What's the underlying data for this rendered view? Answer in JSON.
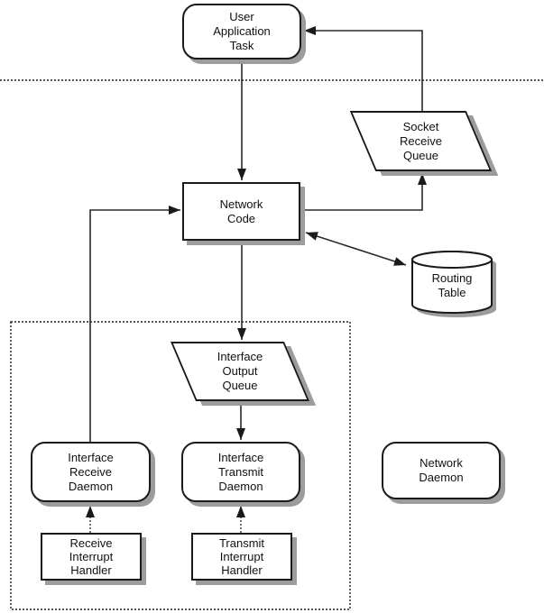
{
  "diagram_title": "network-input-output-architecture",
  "nodes": {
    "user_application_task": {
      "label": "User\nApplication\nTask",
      "shape": "rounded-rect"
    },
    "socket_receive_queue": {
      "label": "Socket\nReceive\nQueue",
      "shape": "parallelogram"
    },
    "network_code": {
      "label": "Network\nCode",
      "shape": "rect"
    },
    "routing_table": {
      "label": "Routing\nTable",
      "shape": "cylinder"
    },
    "interface_output_queue": {
      "label": "Interface\nOutput\nQueue",
      "shape": "parallelogram"
    },
    "interface_receive_daemon": {
      "label": "Interface\nReceive\nDaemon",
      "shape": "rounded-rect"
    },
    "interface_transmit_daemon": {
      "label": "Interface\nTransmit\nDaemon",
      "shape": "rounded-rect"
    },
    "network_daemon": {
      "label": "Network\nDaemon",
      "shape": "rounded-rect"
    },
    "receive_interrupt_handler": {
      "label": "Receive\nInterrupt\nHandler",
      "shape": "rect"
    },
    "transmit_interrupt_handler": {
      "label": "Transmit\nInterrupt\nHandler",
      "shape": "rect"
    }
  },
  "edges": [
    {
      "from": "user_application_task",
      "to": "network_code",
      "style": "solid-arrow"
    },
    {
      "from": "interface_receive_daemon",
      "to": "network_code",
      "style": "solid-arrow"
    },
    {
      "from": "network_code",
      "to": "socket_receive_queue",
      "style": "solid-arrow"
    },
    {
      "from": "socket_receive_queue",
      "to": "user_application_task",
      "style": "solid-arrow"
    },
    {
      "from": "network_code",
      "to": "routing_table",
      "style": "double-headed-arrow"
    },
    {
      "from": "network_code",
      "to": "interface_output_queue",
      "style": "solid-arrow"
    },
    {
      "from": "interface_output_queue",
      "to": "interface_transmit_daemon",
      "style": "solid-arrow"
    },
    {
      "from": "receive_interrupt_handler",
      "to": "interface_receive_daemon",
      "style": "dotted-arrow"
    },
    {
      "from": "transmit_interrupt_handler",
      "to": "interface_transmit_daemon",
      "style": "dotted-arrow"
    }
  ],
  "separators": {
    "horizontal_dotted_line": "user-space / kernel-space boundary (unlabeled)",
    "dotted_rectangle": "driver / interface group boundary (unlabeled)"
  },
  "colors": {
    "background": "#ffffff",
    "shape_fill": "#ffffff",
    "line": "#2a2a2a",
    "border": "#1a1a1a",
    "shadow": "#9c9c9c",
    "text": "#111111"
  }
}
